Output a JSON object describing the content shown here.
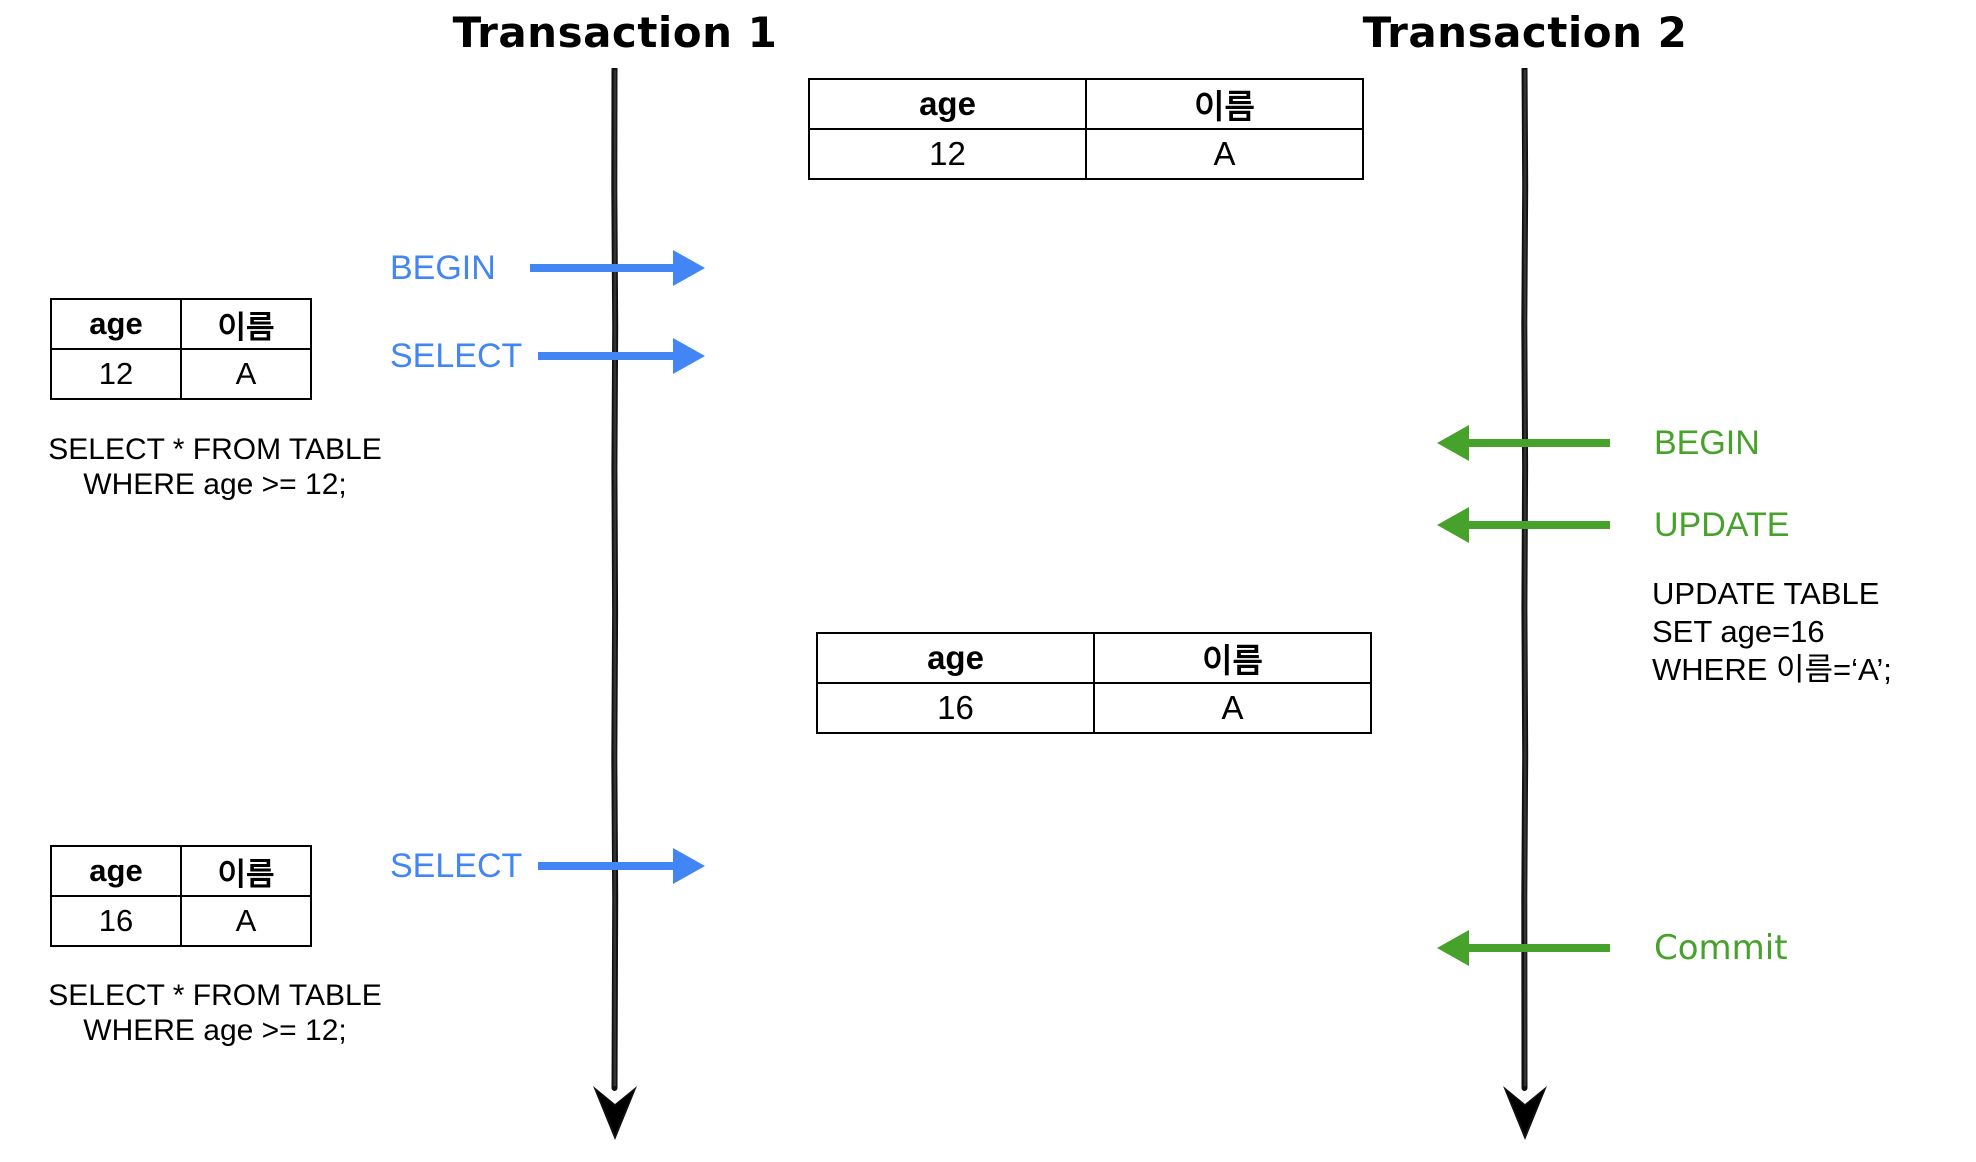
{
  "diagram": {
    "title_left": "Transaction 1",
    "title_right": "Transaction 2",
    "colors": {
      "tx1_accent": "#4285F4",
      "tx2_accent": "#46A22A",
      "timeline": "#1a1a1a",
      "table_border": "#000000",
      "background": "#ffffff"
    }
  },
  "tables": {
    "headers": {
      "col1": "age",
      "col2": "이름"
    },
    "center_before": {
      "age": "12",
      "name": "A"
    },
    "center_after": {
      "age": "16",
      "name": "A"
    },
    "tx1_first_read": {
      "age": "12",
      "name": "A"
    },
    "tx1_second_read": {
      "age": "16",
      "name": "A"
    }
  },
  "captions": {
    "select_first": "SELECT * FROM TABLE\nWHERE age >= 12;",
    "select_second": "SELECT * FROM TABLE\nWHERE age >= 12;",
    "update_statement": "UPDATE TABLE\nSET age=16\nWHERE 이름=‘A’;"
  },
  "events": {
    "tx1": [
      {
        "label": "BEGIN",
        "direction": "right"
      },
      {
        "label": "SELECT",
        "direction": "right"
      },
      {
        "label": "SELECT",
        "direction": "right"
      }
    ],
    "tx2": [
      {
        "label": "BEGIN",
        "direction": "left"
      },
      {
        "label": "UPDATE",
        "direction": "left"
      },
      {
        "label": "Commit",
        "direction": "left"
      }
    ]
  }
}
